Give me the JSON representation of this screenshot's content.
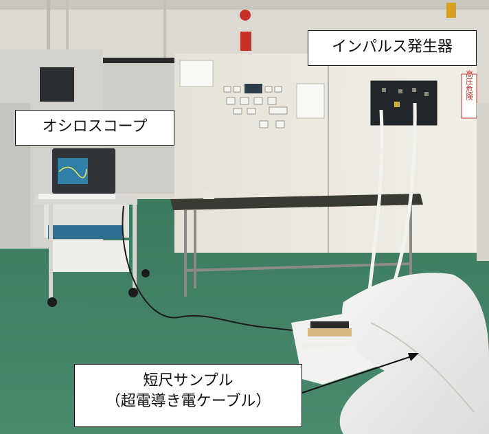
{
  "labels": {
    "impulse_generator": "インパルス発生器",
    "oscilloscope": "オシロスコープ",
    "sample_line1": "短尺サンプル",
    "sample_line2": "（超電導き電ケーブル）"
  },
  "warning_sign": "高圧危険",
  "colors": {
    "floor": "#3f7f63",
    "wall": "#dcd9d2",
    "cabinet": "#ece9e1",
    "tarp": "#f2f2f0",
    "callout_border": "#111111"
  }
}
